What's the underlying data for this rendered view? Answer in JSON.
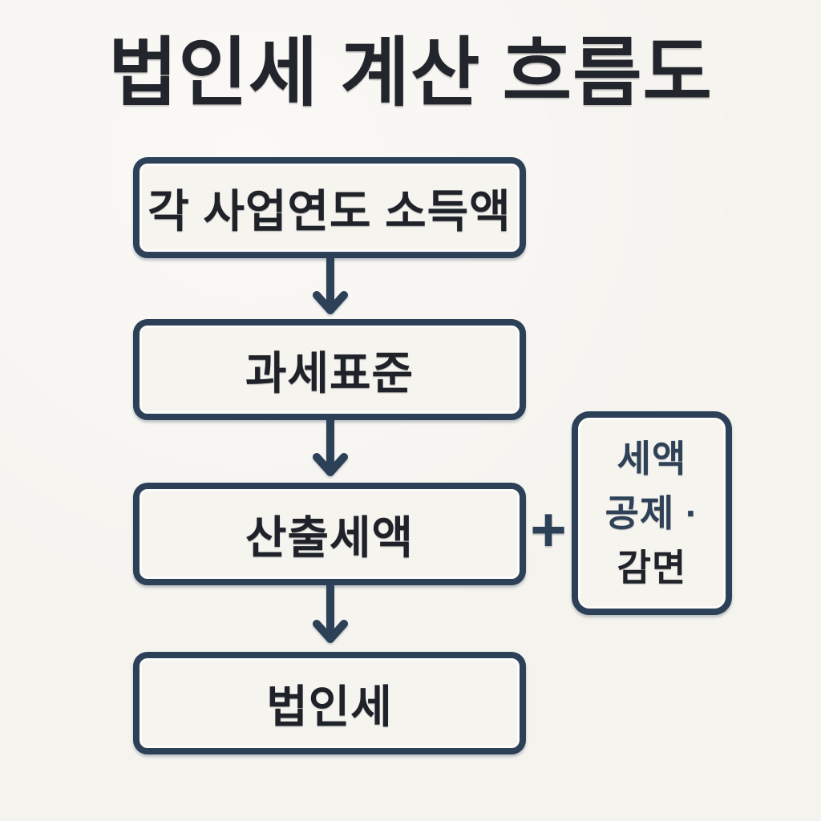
{
  "title": "법인세 계산 흐름도",
  "flow": {
    "boxes": [
      {
        "label": "각 사업연도 소득액"
      },
      {
        "label": "과세표준"
      },
      {
        "label": "산출세액"
      },
      {
        "label": "법인세"
      }
    ],
    "operator": "+",
    "side_box": {
      "lines": [
        "세액",
        "공제 ·",
        "감면"
      ]
    }
  },
  "icons": {
    "arrow_down": "arrow-down-icon",
    "plus": "plus-operator"
  },
  "colors": {
    "background": "#f5f3ee",
    "stroke_navy": "#2c4158",
    "title_text": "#22252b",
    "box_text": "#1f2228",
    "side_text_primary": "#2e4157",
    "side_text_dark": "#20242a"
  }
}
